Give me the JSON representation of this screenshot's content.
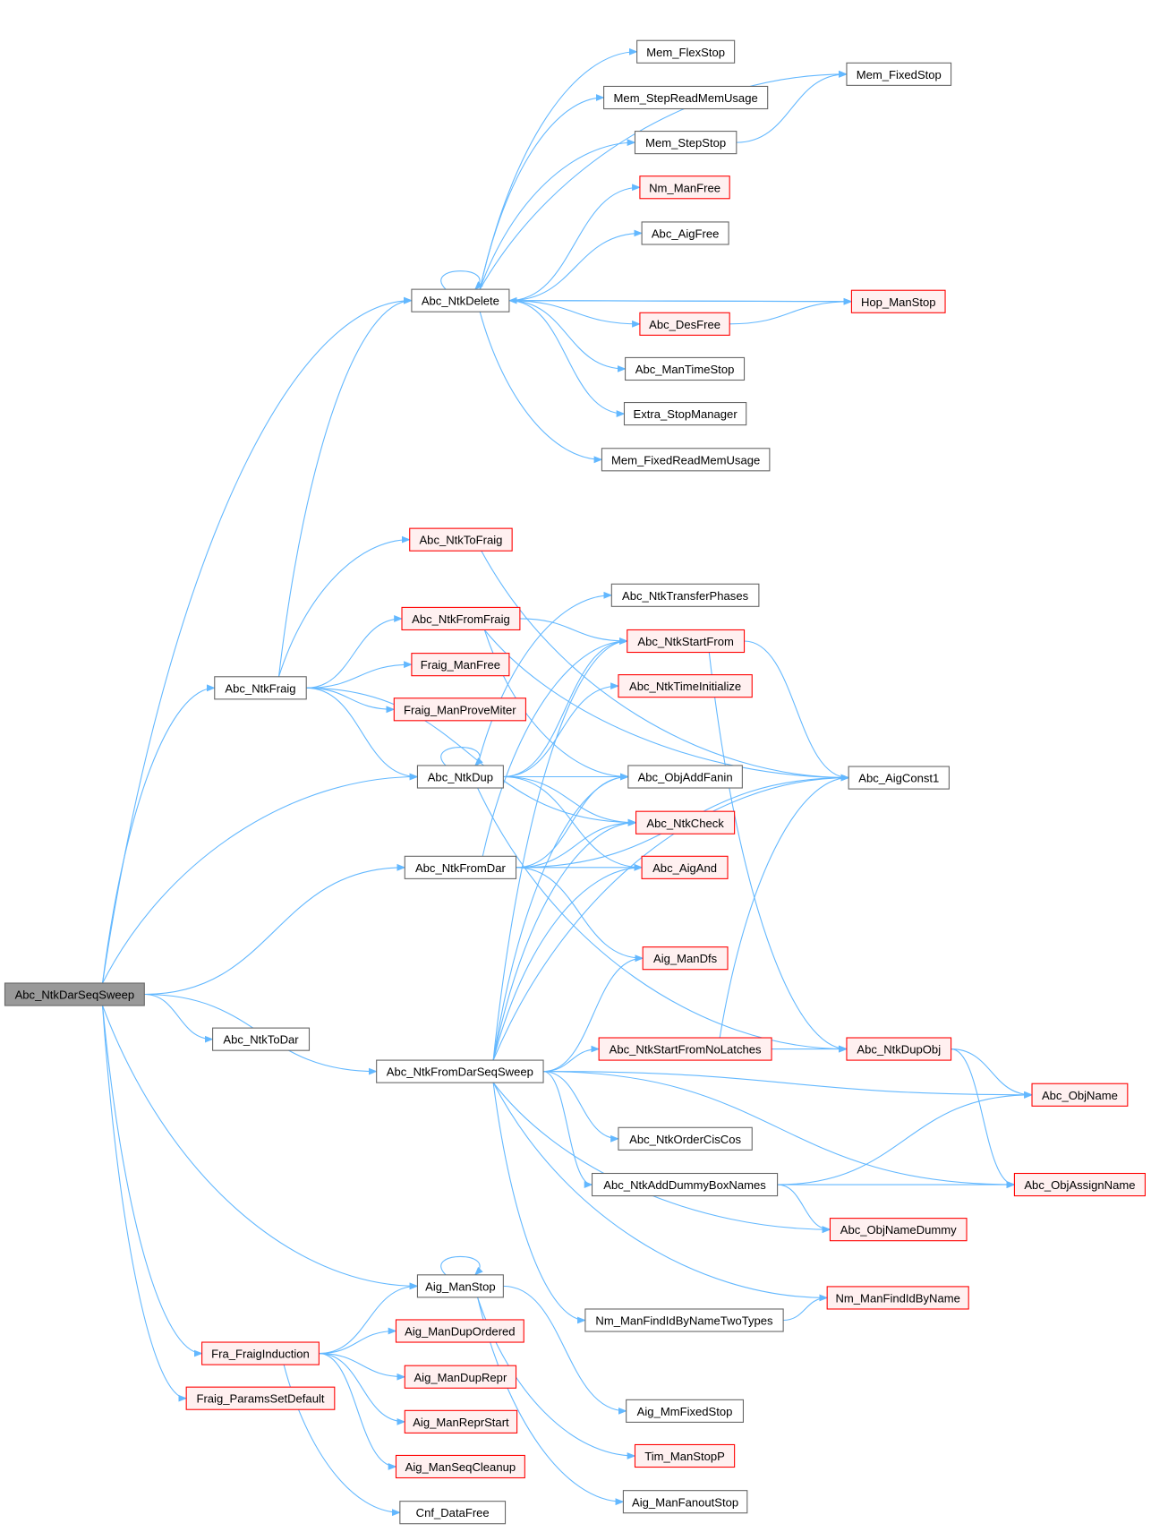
{
  "colors": {
    "edge": "#63b8ff",
    "red_border": "#ff0000",
    "red_fill": "#fff0f0",
    "root_fill": "#999999",
    "normal_border": "#666666"
  },
  "nodes": {
    "root": {
      "label": "Abc_NtkDarSeqSweep",
      "kind": "root"
    },
    "delete": {
      "label": "Abc_NtkDelete",
      "kind": "normal"
    },
    "flexstop": {
      "label": "Mem_FlexStop",
      "kind": "normal"
    },
    "fixedstop": {
      "label": "Mem_FixedStop",
      "kind": "normal"
    },
    "stepread": {
      "label": "Mem_StepReadMemUsage",
      "kind": "normal"
    },
    "stepstop": {
      "label": "Mem_StepStop",
      "kind": "normal"
    },
    "nmfree": {
      "label": "Nm_ManFree",
      "kind": "red"
    },
    "aigfree": {
      "label": "Abc_AigFree",
      "kind": "normal"
    },
    "hopstop": {
      "label": "Hop_ManStop",
      "kind": "red"
    },
    "desfree": {
      "label": "Abc_DesFree",
      "kind": "red"
    },
    "mantimestop": {
      "label": "Abc_ManTimeStop",
      "kind": "normal"
    },
    "extrastop": {
      "label": "Extra_StopManager",
      "kind": "normal"
    },
    "fixedread": {
      "label": "Mem_FixedReadMemUsage",
      "kind": "normal"
    },
    "tofraig": {
      "label": "Abc_NtkToFraig",
      "kind": "red"
    },
    "transferphases": {
      "label": "Abc_NtkTransferPhases",
      "kind": "normal"
    },
    "fromfraig": {
      "label": "Abc_NtkFromFraig",
      "kind": "red"
    },
    "startfrom": {
      "label": "Abc_NtkStartFrom",
      "kind": "red"
    },
    "fraigmanfree": {
      "label": "Fraig_ManFree",
      "kind": "red"
    },
    "ntkfraig": {
      "label": "Abc_NtkFraig",
      "kind": "normal"
    },
    "provemiter": {
      "label": "Fraig_ManProveMiter",
      "kind": "red"
    },
    "timeinit": {
      "label": "Abc_NtkTimeInitialize",
      "kind": "red"
    },
    "ntkdup": {
      "label": "Abc_NtkDup",
      "kind": "normal"
    },
    "addfanin": {
      "label": "Abc_ObjAddFanin",
      "kind": "normal"
    },
    "aigconst1": {
      "label": "Abc_AigConst1",
      "kind": "normal"
    },
    "ntkcheck": {
      "label": "Abc_NtkCheck",
      "kind": "red"
    },
    "fromdar": {
      "label": "Abc_NtkFromDar",
      "kind": "normal"
    },
    "aigand": {
      "label": "Abc_AigAnd",
      "kind": "red"
    },
    "mandfs": {
      "label": "Aig_ManDfs",
      "kind": "red"
    },
    "todar": {
      "label": "Abc_NtkToDar",
      "kind": "normal"
    },
    "startnolatches": {
      "label": "Abc_NtkStartFromNoLatches",
      "kind": "red"
    },
    "dupobj": {
      "label": "Abc_NtkDupObj",
      "kind": "red"
    },
    "fromdarseq": {
      "label": "Abc_NtkFromDarSeqSweep",
      "kind": "normal"
    },
    "objname": {
      "label": "Abc_ObjName",
      "kind": "red"
    },
    "ordercis": {
      "label": "Abc_NtkOrderCisCos",
      "kind": "normal"
    },
    "dummybox": {
      "label": "Abc_NtkAddDummyBoxNames",
      "kind": "normal"
    },
    "assignname": {
      "label": "Abc_ObjAssignName",
      "kind": "red"
    },
    "namedummy": {
      "label": "Abc_ObjNameDummy",
      "kind": "red"
    },
    "aigmanstop": {
      "label": "Aig_ManStop",
      "kind": "normal"
    },
    "findid": {
      "label": "Nm_ManFindIdByName",
      "kind": "red"
    },
    "findidtwo": {
      "label": "Nm_ManFindIdByNameTwoTypes",
      "kind": "normal"
    },
    "duporderd": {
      "label": "Aig_ManDupOrdered",
      "kind": "red"
    },
    "frainduction": {
      "label": "Fra_FraigInduction",
      "kind": "red"
    },
    "duprepr": {
      "label": "Aig_ManDupRepr",
      "kind": "red"
    },
    "paramsdefault": {
      "label": "Fraig_ParamsSetDefault",
      "kind": "red"
    },
    "reprstart": {
      "label": "Aig_ManReprStart",
      "kind": "red"
    },
    "mmfixedstop": {
      "label": "Aig_MmFixedStop",
      "kind": "normal"
    },
    "timstop": {
      "label": "Tim_ManStopP",
      "kind": "red"
    },
    "seqcleanup": {
      "label": "Aig_ManSeqCleanup",
      "kind": "red"
    },
    "fanoutstop": {
      "label": "Aig_ManFanoutStop",
      "kind": "normal"
    },
    "cnffree": {
      "label": "Cnf_DataFree",
      "kind": "normal"
    }
  },
  "edges": [
    [
      "root",
      "delete"
    ],
    [
      "root",
      "ntkfraig"
    ],
    [
      "root",
      "ntkdup"
    ],
    [
      "root",
      "fromdar"
    ],
    [
      "root",
      "todar"
    ],
    [
      "root",
      "fromdarseq"
    ],
    [
      "root",
      "aigmanstop"
    ],
    [
      "root",
      "frainduction"
    ],
    [
      "root",
      "paramsdefault"
    ],
    [
      "delete",
      "delete"
    ],
    [
      "delete",
      "flexstop"
    ],
    [
      "delete",
      "fixedstop"
    ],
    [
      "delete",
      "stepread"
    ],
    [
      "delete",
      "stepstop"
    ],
    [
      "delete",
      "nmfree"
    ],
    [
      "delete",
      "aigfree"
    ],
    [
      "delete",
      "desfree"
    ],
    [
      "delete",
      "hopstop"
    ],
    [
      "hopstop",
      "delete"
    ],
    [
      "delete",
      "mantimestop"
    ],
    [
      "delete",
      "extrastop"
    ],
    [
      "delete",
      "fixedread"
    ],
    [
      "stepstop",
      "fixedstop"
    ],
    [
      "desfree",
      "hopstop"
    ],
    [
      "ntkfraig",
      "delete"
    ],
    [
      "ntkfraig",
      "tofraig"
    ],
    [
      "ntkfraig",
      "fromfraig"
    ],
    [
      "ntkfraig",
      "fraigmanfree"
    ],
    [
      "ntkfraig",
      "provemiter"
    ],
    [
      "ntkfraig",
      "ntkdup"
    ],
    [
      "ntkfraig",
      "ntkcheck"
    ],
    [
      "tofraig",
      "aigconst1"
    ],
    [
      "fromfraig",
      "aigconst1"
    ],
    [
      "fromfraig",
      "startfrom"
    ],
    [
      "fromfraig",
      "addfanin"
    ],
    [
      "startfrom",
      "aigconst1"
    ],
    [
      "startfrom",
      "dupobj"
    ],
    [
      "ntkdup",
      "ntkdup"
    ],
    [
      "ntkdup",
      "transferphases"
    ],
    [
      "ntkdup",
      "startfrom"
    ],
    [
      "ntkdup",
      "timeinit"
    ],
    [
      "ntkdup",
      "addfanin"
    ],
    [
      "ntkdup",
      "ntkcheck"
    ],
    [
      "ntkdup",
      "aigand"
    ],
    [
      "ntkdup",
      "dupobj"
    ],
    [
      "fromdar",
      "startfrom"
    ],
    [
      "fromdar",
      "addfanin"
    ],
    [
      "fromdar",
      "ntkcheck"
    ],
    [
      "fromdar",
      "aigand"
    ],
    [
      "fromdar",
      "mandfs"
    ],
    [
      "fromdar",
      "aigconst1"
    ],
    [
      "fromdarseq",
      "startfrom"
    ],
    [
      "fromdarseq",
      "addfanin"
    ],
    [
      "fromdarseq",
      "ntkcheck"
    ],
    [
      "fromdarseq",
      "aigand"
    ],
    [
      "fromdarseq",
      "mandfs"
    ],
    [
      "fromdarseq",
      "aigconst1"
    ],
    [
      "fromdarseq",
      "startnolatches"
    ],
    [
      "fromdarseq",
      "objname"
    ],
    [
      "fromdarseq",
      "ordercis"
    ],
    [
      "fromdarseq",
      "dummybox"
    ],
    [
      "fromdarseq",
      "namedummy"
    ],
    [
      "fromdarseq",
      "findid"
    ],
    [
      "fromdarseq",
      "findidtwo"
    ],
    [
      "fromdarseq",
      "assignname"
    ],
    [
      "startnolatches",
      "dupobj"
    ],
    [
      "startnolatches",
      "aigconst1"
    ],
    [
      "dupobj",
      "objname"
    ],
    [
      "dupobj",
      "assignname"
    ],
    [
      "dummybox",
      "objname"
    ],
    [
      "dummybox",
      "assignname"
    ],
    [
      "dummybox",
      "namedummy"
    ],
    [
      "findidtwo",
      "findid"
    ],
    [
      "aigmanstop",
      "aigmanstop"
    ],
    [
      "aigmanstop",
      "mmfixedstop"
    ],
    [
      "aigmanstop",
      "timstop"
    ],
    [
      "aigmanstop",
      "fanoutstop"
    ],
    [
      "frainduction",
      "aigmanstop"
    ],
    [
      "frainduction",
      "duporderd"
    ],
    [
      "frainduction",
      "duprepr"
    ],
    [
      "frainduction",
      "reprstart"
    ],
    [
      "frainduction",
      "seqcleanup"
    ],
    [
      "frainduction",
      "cnffree"
    ]
  ]
}
